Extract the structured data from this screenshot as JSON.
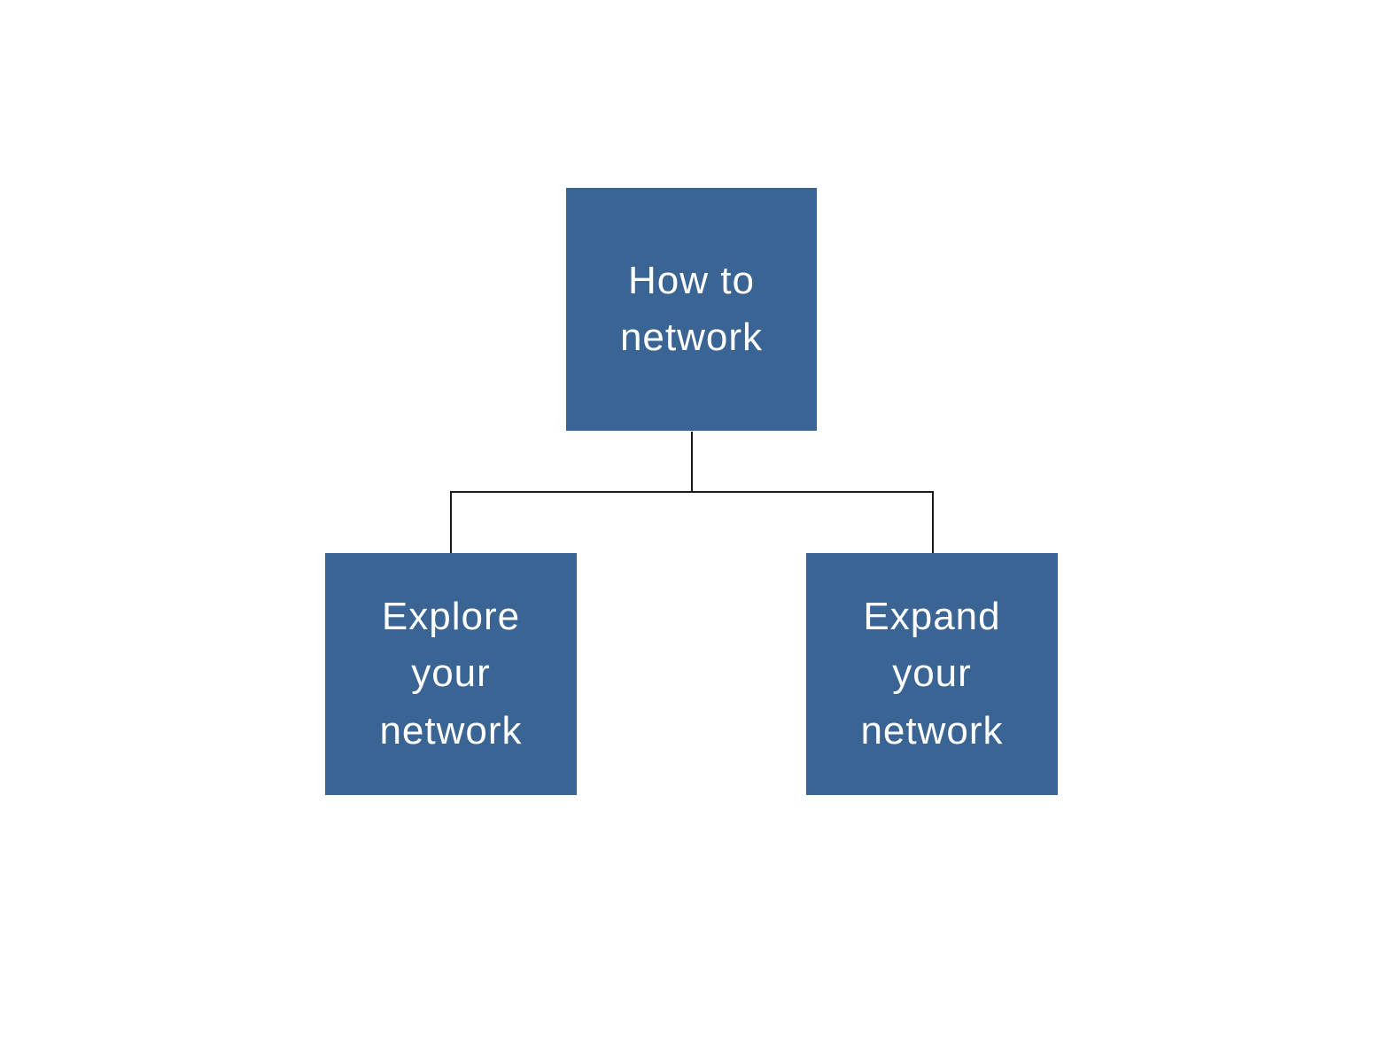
{
  "diagram": {
    "type": "hierarchy",
    "background_color": "#ffffff",
    "node_fill_color": "#3a6494",
    "node_text_color": "#ffffff",
    "connector_color": "#1a1a1a",
    "nodes": {
      "root": {
        "label": "How to\nnetwork"
      },
      "left": {
        "label": "Explore\nyour\nnetwork"
      },
      "right": {
        "label": "Expand\nyour\nnetwork"
      }
    },
    "edges": [
      {
        "from": "root",
        "to": "left"
      },
      {
        "from": "root",
        "to": "right"
      }
    ]
  }
}
